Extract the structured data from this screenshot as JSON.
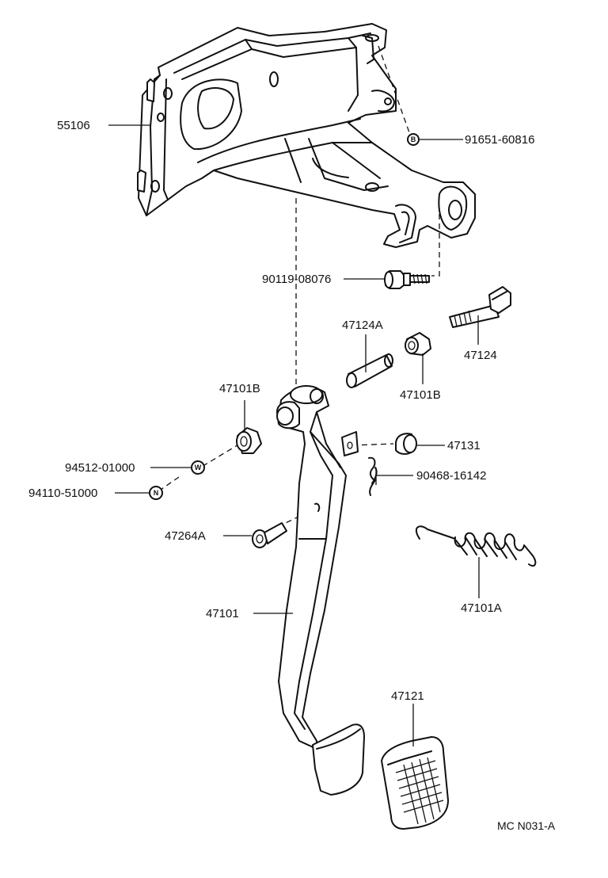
{
  "parts": {
    "bracket": "55106",
    "bracket_bolt": "91651-60816",
    "bracket_bolt_symbol": "B",
    "shaft_bolt": "90119-08076",
    "collar": "47124A",
    "bolt": "47124",
    "bushing_right": "47101B",
    "bushing_left": "47101B",
    "stopper": "47131",
    "washer": "94512-01000",
    "washer_symbol": "W",
    "nut": "94110-51000",
    "nut_symbol": "N",
    "clip": "90468-16142",
    "pin": "47264A",
    "spring": "47101A",
    "pedal_lever": "47101",
    "pedal_pad": "47121"
  },
  "reference": "MC N031-A"
}
